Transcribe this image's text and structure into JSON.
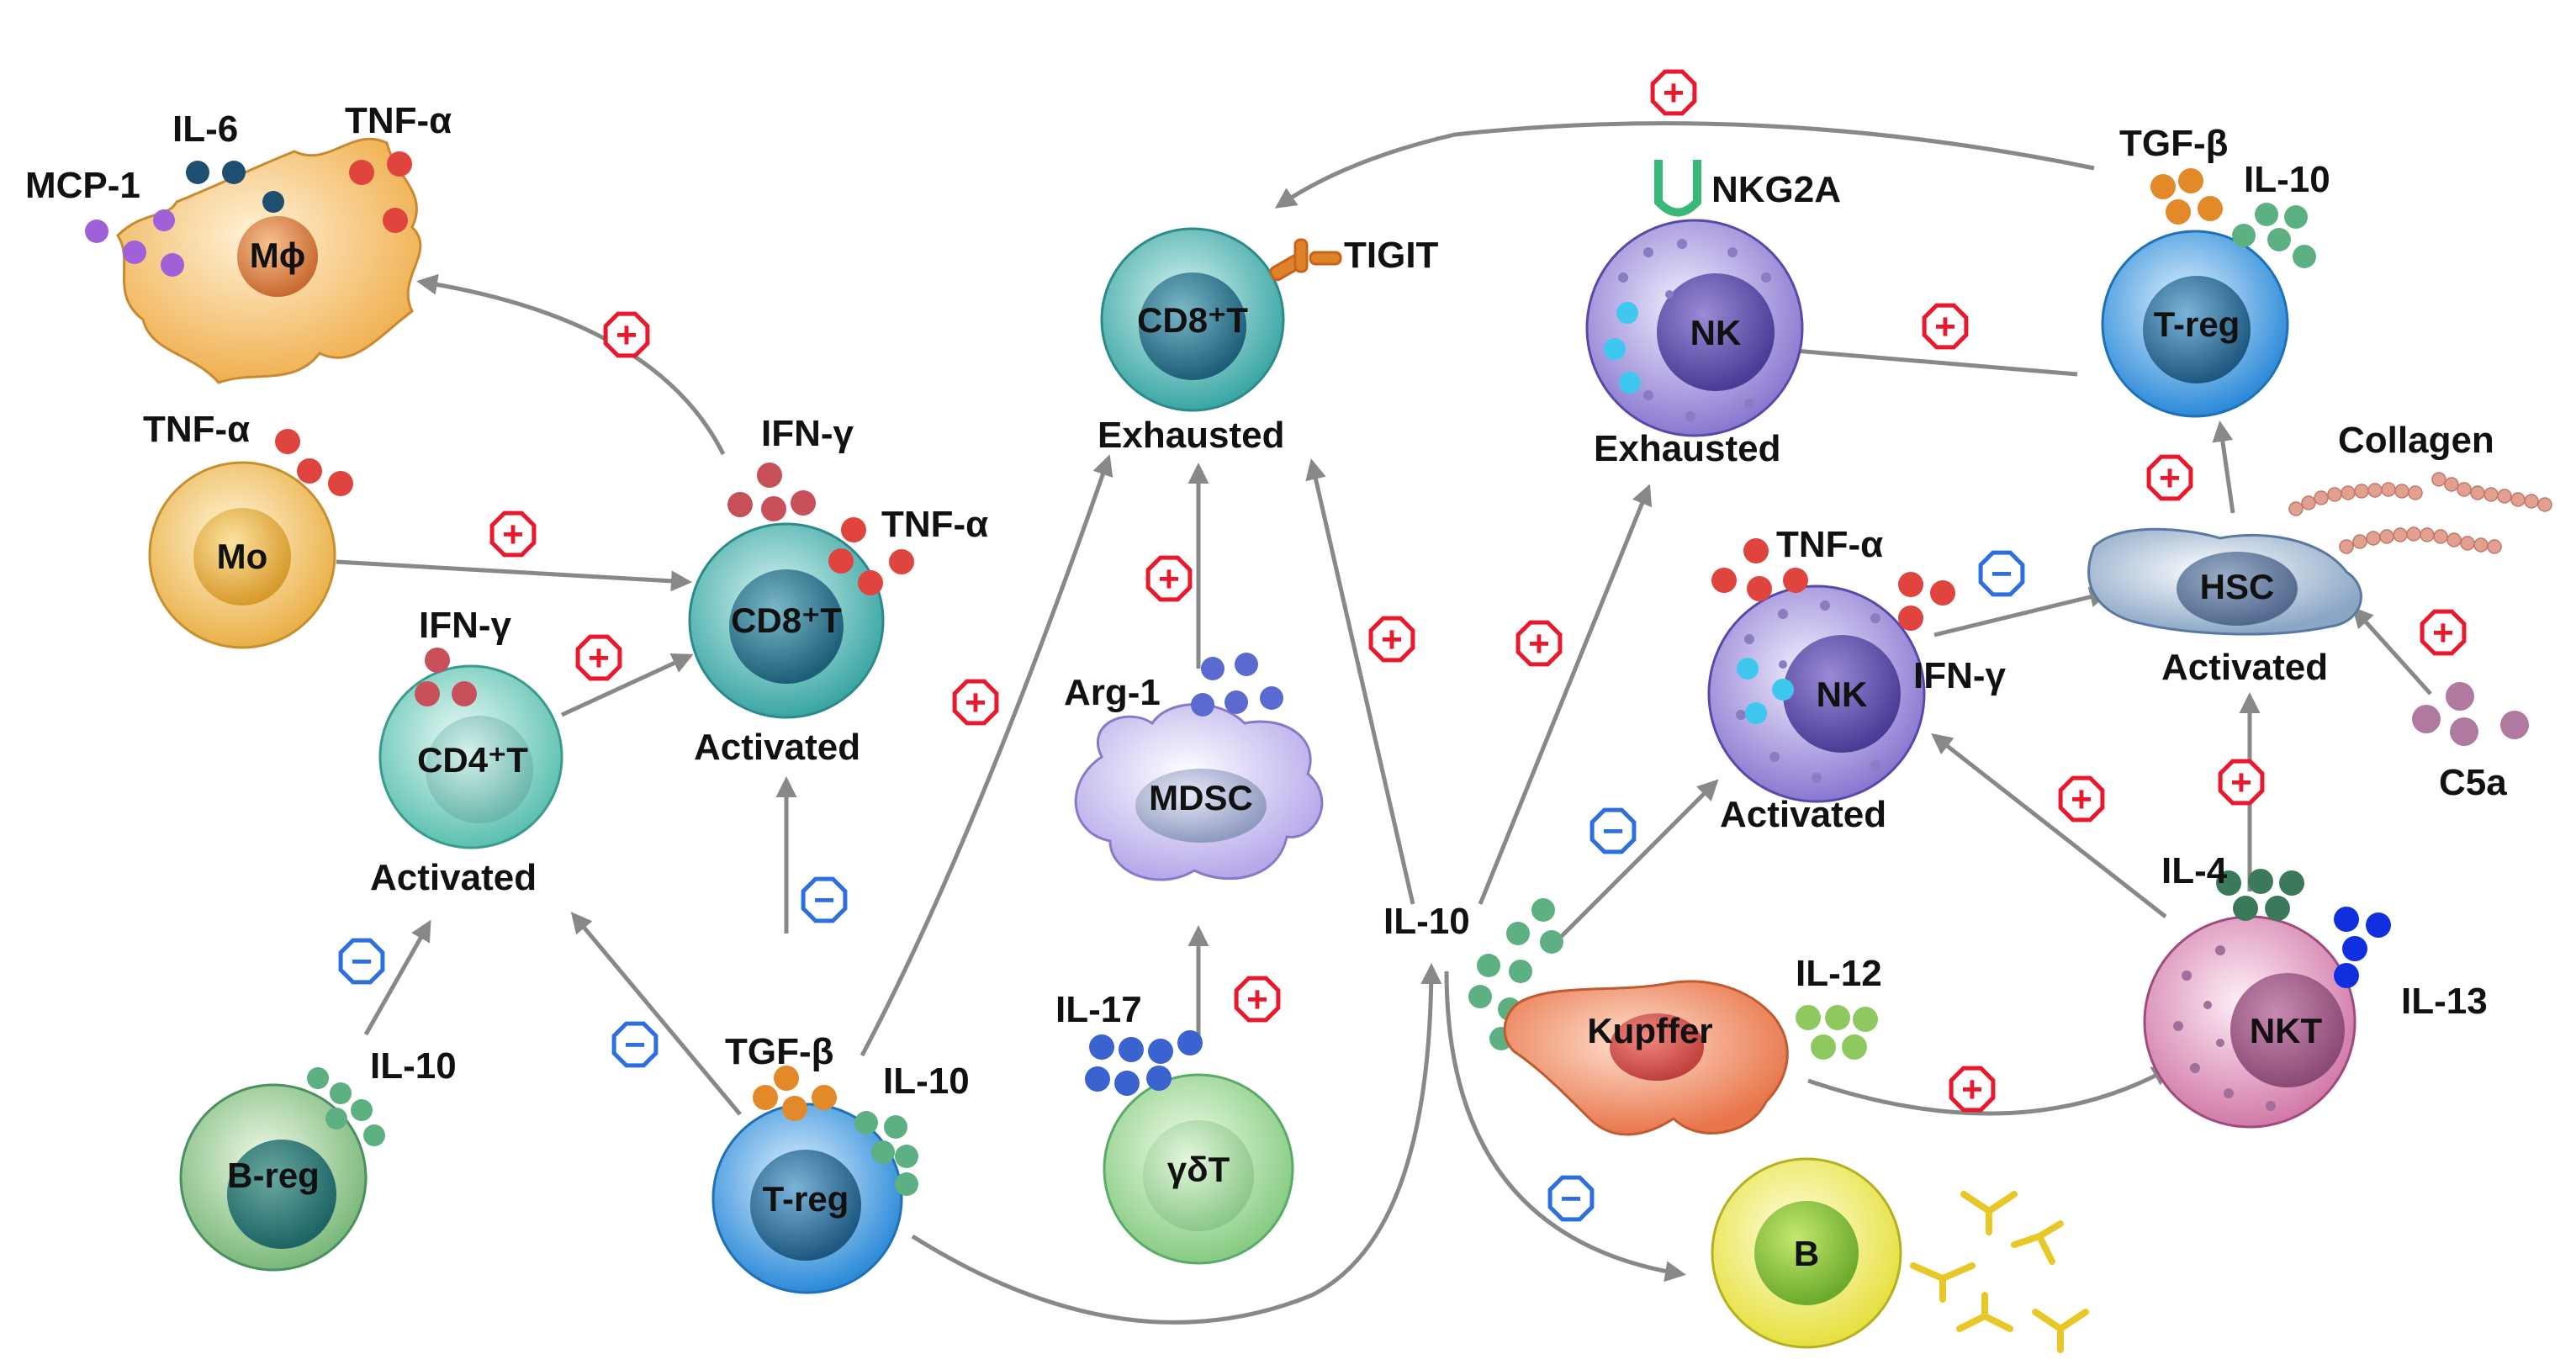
{
  "cells": {
    "macrophage": "Mϕ",
    "monocyte": "Mo",
    "cd8_activated": "CD8⁺T",
    "cd4_activated": "CD4⁺T",
    "breg": "B-reg",
    "treg_bottom": "T-reg",
    "cd8_exhausted": "CD8⁺T",
    "mdsc": "MDSC",
    "gdt": "γδT",
    "nk_exhausted": "NK",
    "nk_activated": "NK",
    "treg_top": "T-reg",
    "hsc": "HSC",
    "kupffer": "Kupffer",
    "nkt": "NKT",
    "b_cell": "B"
  },
  "states": {
    "cd8_activated": "Activated",
    "cd4_activated": "Activated",
    "cd8_exhausted": "Exhausted",
    "nk_exhausted": "Exhausted",
    "nk_activated": "Activated",
    "hsc": "Activated"
  },
  "cytokines": {
    "mcp1": "MCP-1",
    "il6": "IL-6",
    "tnfa_macrophage": "TNF-α",
    "tnfa_monocyte": "TNF-α",
    "ifng_cd8": "IFN-γ",
    "tnfa_cd8": "TNF-α",
    "ifng_cd4": "IFN-γ",
    "il10_breg": "IL-10",
    "tgfb_treg_bottom": "TGF-β",
    "il10_treg_bottom": "IL-10",
    "tigit": "TIGIT",
    "arg1": "Arg-1",
    "il17": "IL-17",
    "nkg2a": "NKG2A",
    "tgfb_treg_top": "TGF-β",
    "il10_treg_top": "IL-10",
    "tnfa_nk": "TNF-α",
    "ifng_nk": "IFN-γ",
    "collagen": "Collagen",
    "c5a": "C5a",
    "il10_center": "IL-10",
    "il12": "IL-12",
    "il4": "IL-4",
    "il13": "IL-13"
  },
  "signs": {
    "plus": "+",
    "minus": "−"
  },
  "colors": {
    "plus": "#e8192c",
    "minus": "#2e6fe0",
    "arrow": "#888888",
    "tnf": "#e0443f",
    "il6": "#1f4f70",
    "mcp1": "#a060d8",
    "ifng": "#c8505a",
    "il10": "#5cb082",
    "tgfb": "#e2892a",
    "arg1": "#5a6ad0",
    "il17": "#3b63d0",
    "il12": "#8dc860",
    "il4": "#3a7a5a",
    "il13": "#1030e0",
    "c5a": "#b07aa0",
    "collagen": "#e2a090"
  }
}
